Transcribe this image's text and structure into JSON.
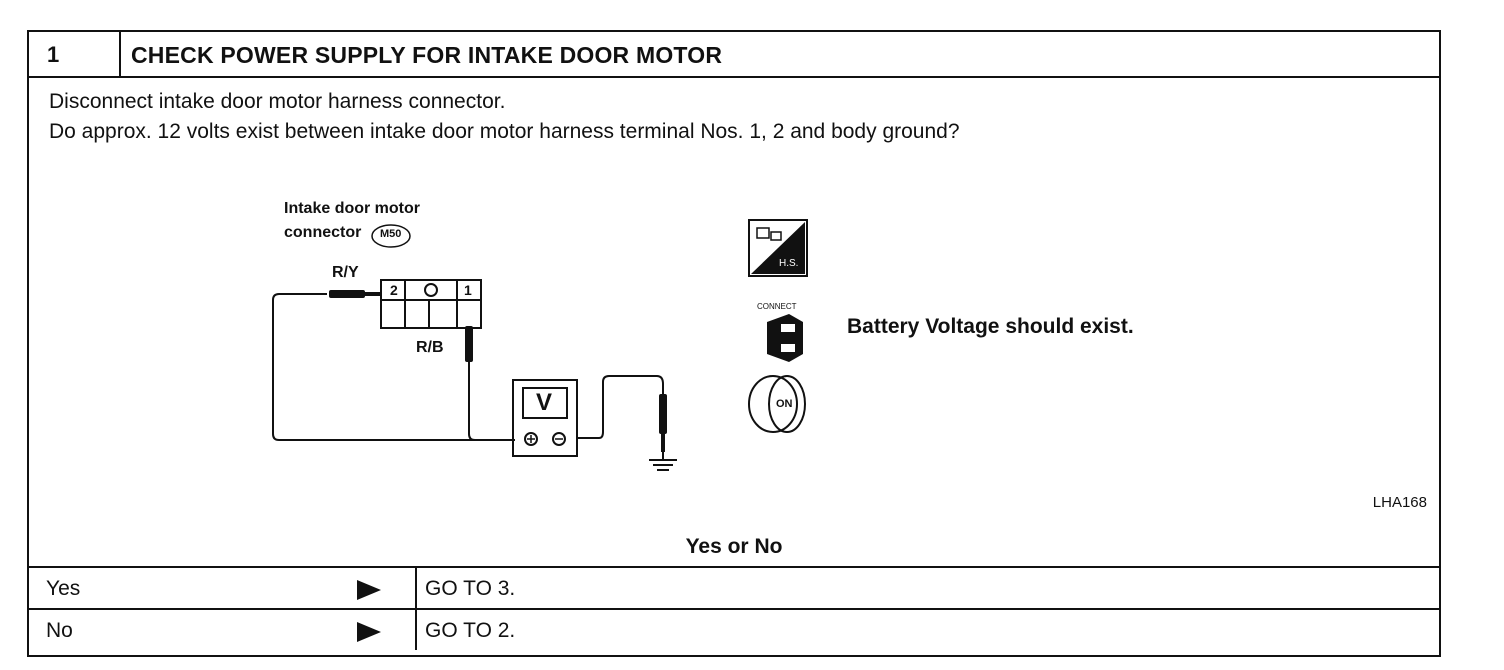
{
  "step": {
    "number": "1",
    "title": "CHECK POWER SUPPLY FOR INTAKE DOOR MOTOR"
  },
  "instructions": [
    "Disconnect intake door motor harness connector.",
    "Do approx. 12 volts exist between intake door motor harness terminal Nos. 1, 2 and body ground?"
  ],
  "diagram": {
    "connector_label_line1": "Intake door motor",
    "connector_label_line2": "connector",
    "connector_code": "M50",
    "wire_left": "R/Y",
    "wire_right": "R/B",
    "terminal_2": "2",
    "terminal_1": "1",
    "meter_symbol": "V",
    "hs_label": "H.S.",
    "connect_label": "CONNECT",
    "on_label": "ON",
    "figure_code": "LHA168"
  },
  "result": "Battery Voltage should exist.",
  "question": "Yes or No",
  "outcomes": [
    {
      "answer": "Yes",
      "action": "GO TO 3."
    },
    {
      "answer": "No",
      "action": "GO TO 2."
    }
  ]
}
